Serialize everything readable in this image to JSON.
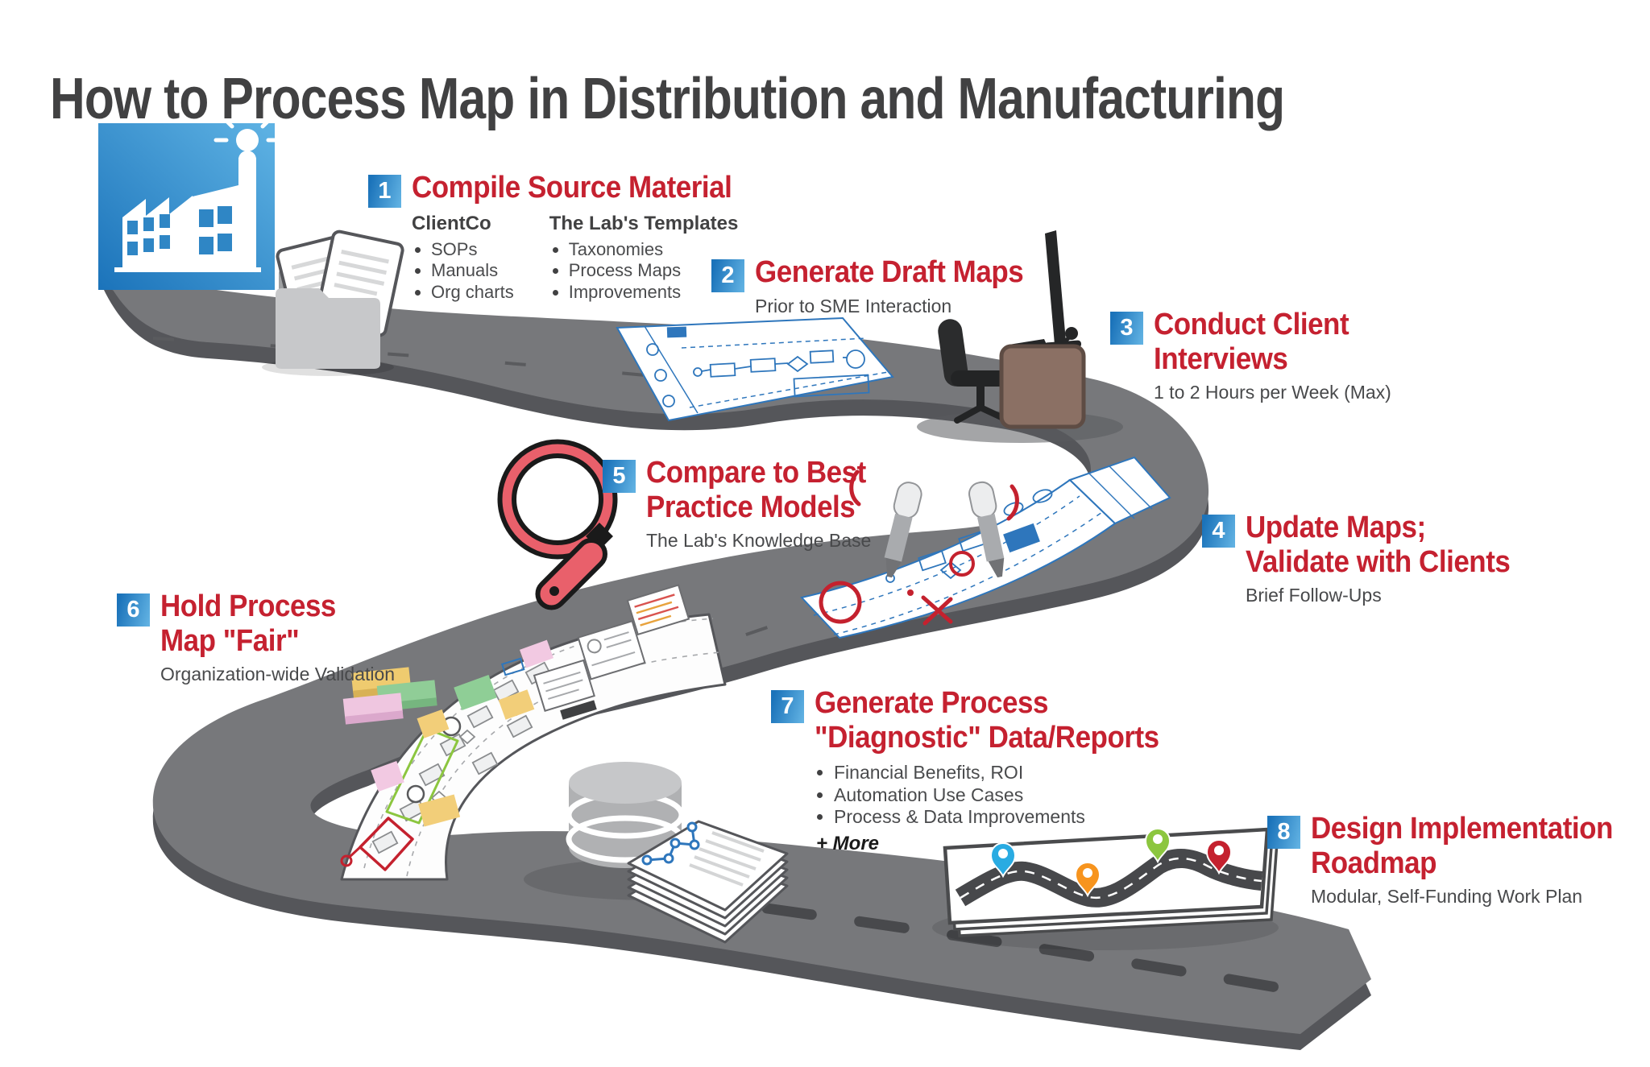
{
  "title": "How to Process Map in Distribution and Manufacturing",
  "colors": {
    "accent": "#C52130",
    "badge_dark": "#1B73BA",
    "badge_light": "#60B1E2",
    "road": "#77787B",
    "road_side": "#55565A",
    "title_text": "#414142",
    "body_text": "#48494B"
  },
  "steps": [
    {
      "number": "1",
      "title": "Compile Source Material",
      "columns": [
        {
          "header": "ClientCo",
          "items": [
            "SOPs",
            "Manuals",
            "Org charts"
          ]
        },
        {
          "header": "The Lab's Templates",
          "items": [
            "Taxonomies",
            "Process Maps",
            "Improvements"
          ]
        }
      ]
    },
    {
      "number": "2",
      "title": "Generate Draft Maps",
      "subtitle": "Prior to SME Interaction"
    },
    {
      "number": "3",
      "title": "Conduct Client\nInterviews",
      "subtitle": "1 to 2 Hours per Week (Max)"
    },
    {
      "number": "4",
      "title": "Update Maps;\nValidate with Clients",
      "subtitle": "Brief Follow-Ups"
    },
    {
      "number": "5",
      "title": "Compare to Best\nPractice Models",
      "subtitle": "The Lab's Knowledge Base"
    },
    {
      "number": "6",
      "title": "Hold Process\nMap \"Fair\"",
      "subtitle": "Organization-wide Validation"
    },
    {
      "number": "7",
      "title": "Generate Process\n\"Diagnostic\" Data/Reports",
      "bullets": [
        "Financial Benefits, ROI",
        "Automation Use Cases",
        "Process & Data Improvements"
      ],
      "more": "+ More"
    },
    {
      "number": "8",
      "title": "Design Implementation\nRoadmap",
      "subtitle": "Modular, Self-Funding Work Plan"
    }
  ],
  "icons": [
    "factory-lightbulb-icon",
    "folder-documents-icon",
    "draft-process-map-icon",
    "desk-interview-icon",
    "magnifying-glass-icon",
    "annotated-map-icon",
    "marker-pen-icon",
    "sticky-notes-icon",
    "process-map-banner-icon",
    "database-icon",
    "report-stack-icon",
    "roadmap-pins-icon",
    "winding-road"
  ]
}
